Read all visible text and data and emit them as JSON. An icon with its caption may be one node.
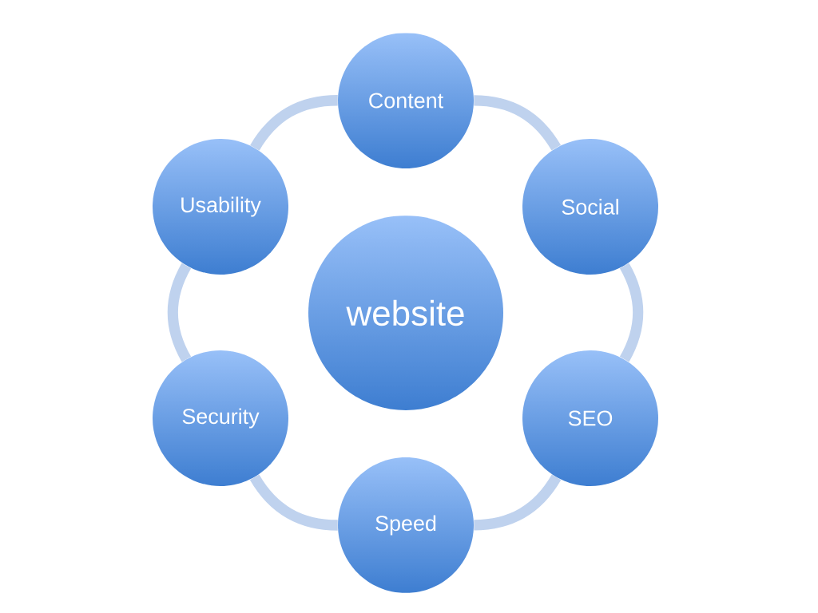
{
  "diagram": {
    "nodes": [
      {
        "text": [
          "website"
        ]
      },
      {
        "text": [
          "Content"
        ]
      },
      {
        "text": [
          "Social"
        ]
      },
      {
        "text": [
          "SEO"
        ]
      },
      {
        "text": [
          "Speed"
        ]
      },
      {
        "text": [
          "Security"
        ]
      },
      {
        "text": [
          "Usability"
        ]
      }
    ],
    "edges": [
      {
        "from": 1,
        "to": 2,
        "arrow": "none"
      },
      {
        "from": 2,
        "to": 3,
        "arrow": "none"
      },
      {
        "from": 3,
        "to": 4,
        "arrow": "none"
      },
      {
        "from": 4,
        "to": 5,
        "arrow": "none"
      },
      {
        "from": 5,
        "to": 6,
        "arrow": "none"
      },
      {
        "from": 6,
        "to": 1,
        "arrow": "none"
      }
    ]
  }
}
